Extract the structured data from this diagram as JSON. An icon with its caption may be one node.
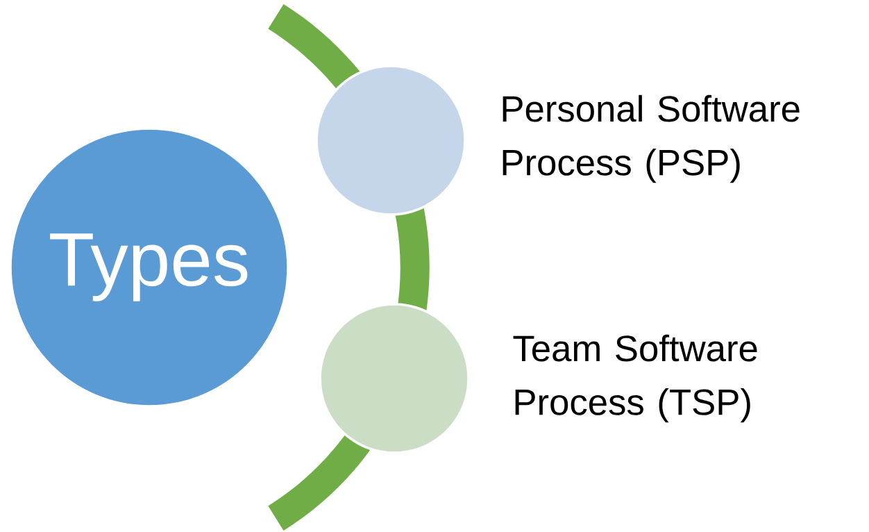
{
  "diagram": {
    "nodes": [
      {
        "text": [
          "Types"
        ]
      },
      {
        "text": [],
        "shape": "circle",
        "beside": [
          "Personal Software Process (PSP)"
        ]
      },
      {
        "text": [],
        "shape": "circle",
        "beside": [
          "Team Software Process (TSP)"
        ]
      }
    ],
    "edges": []
  }
}
